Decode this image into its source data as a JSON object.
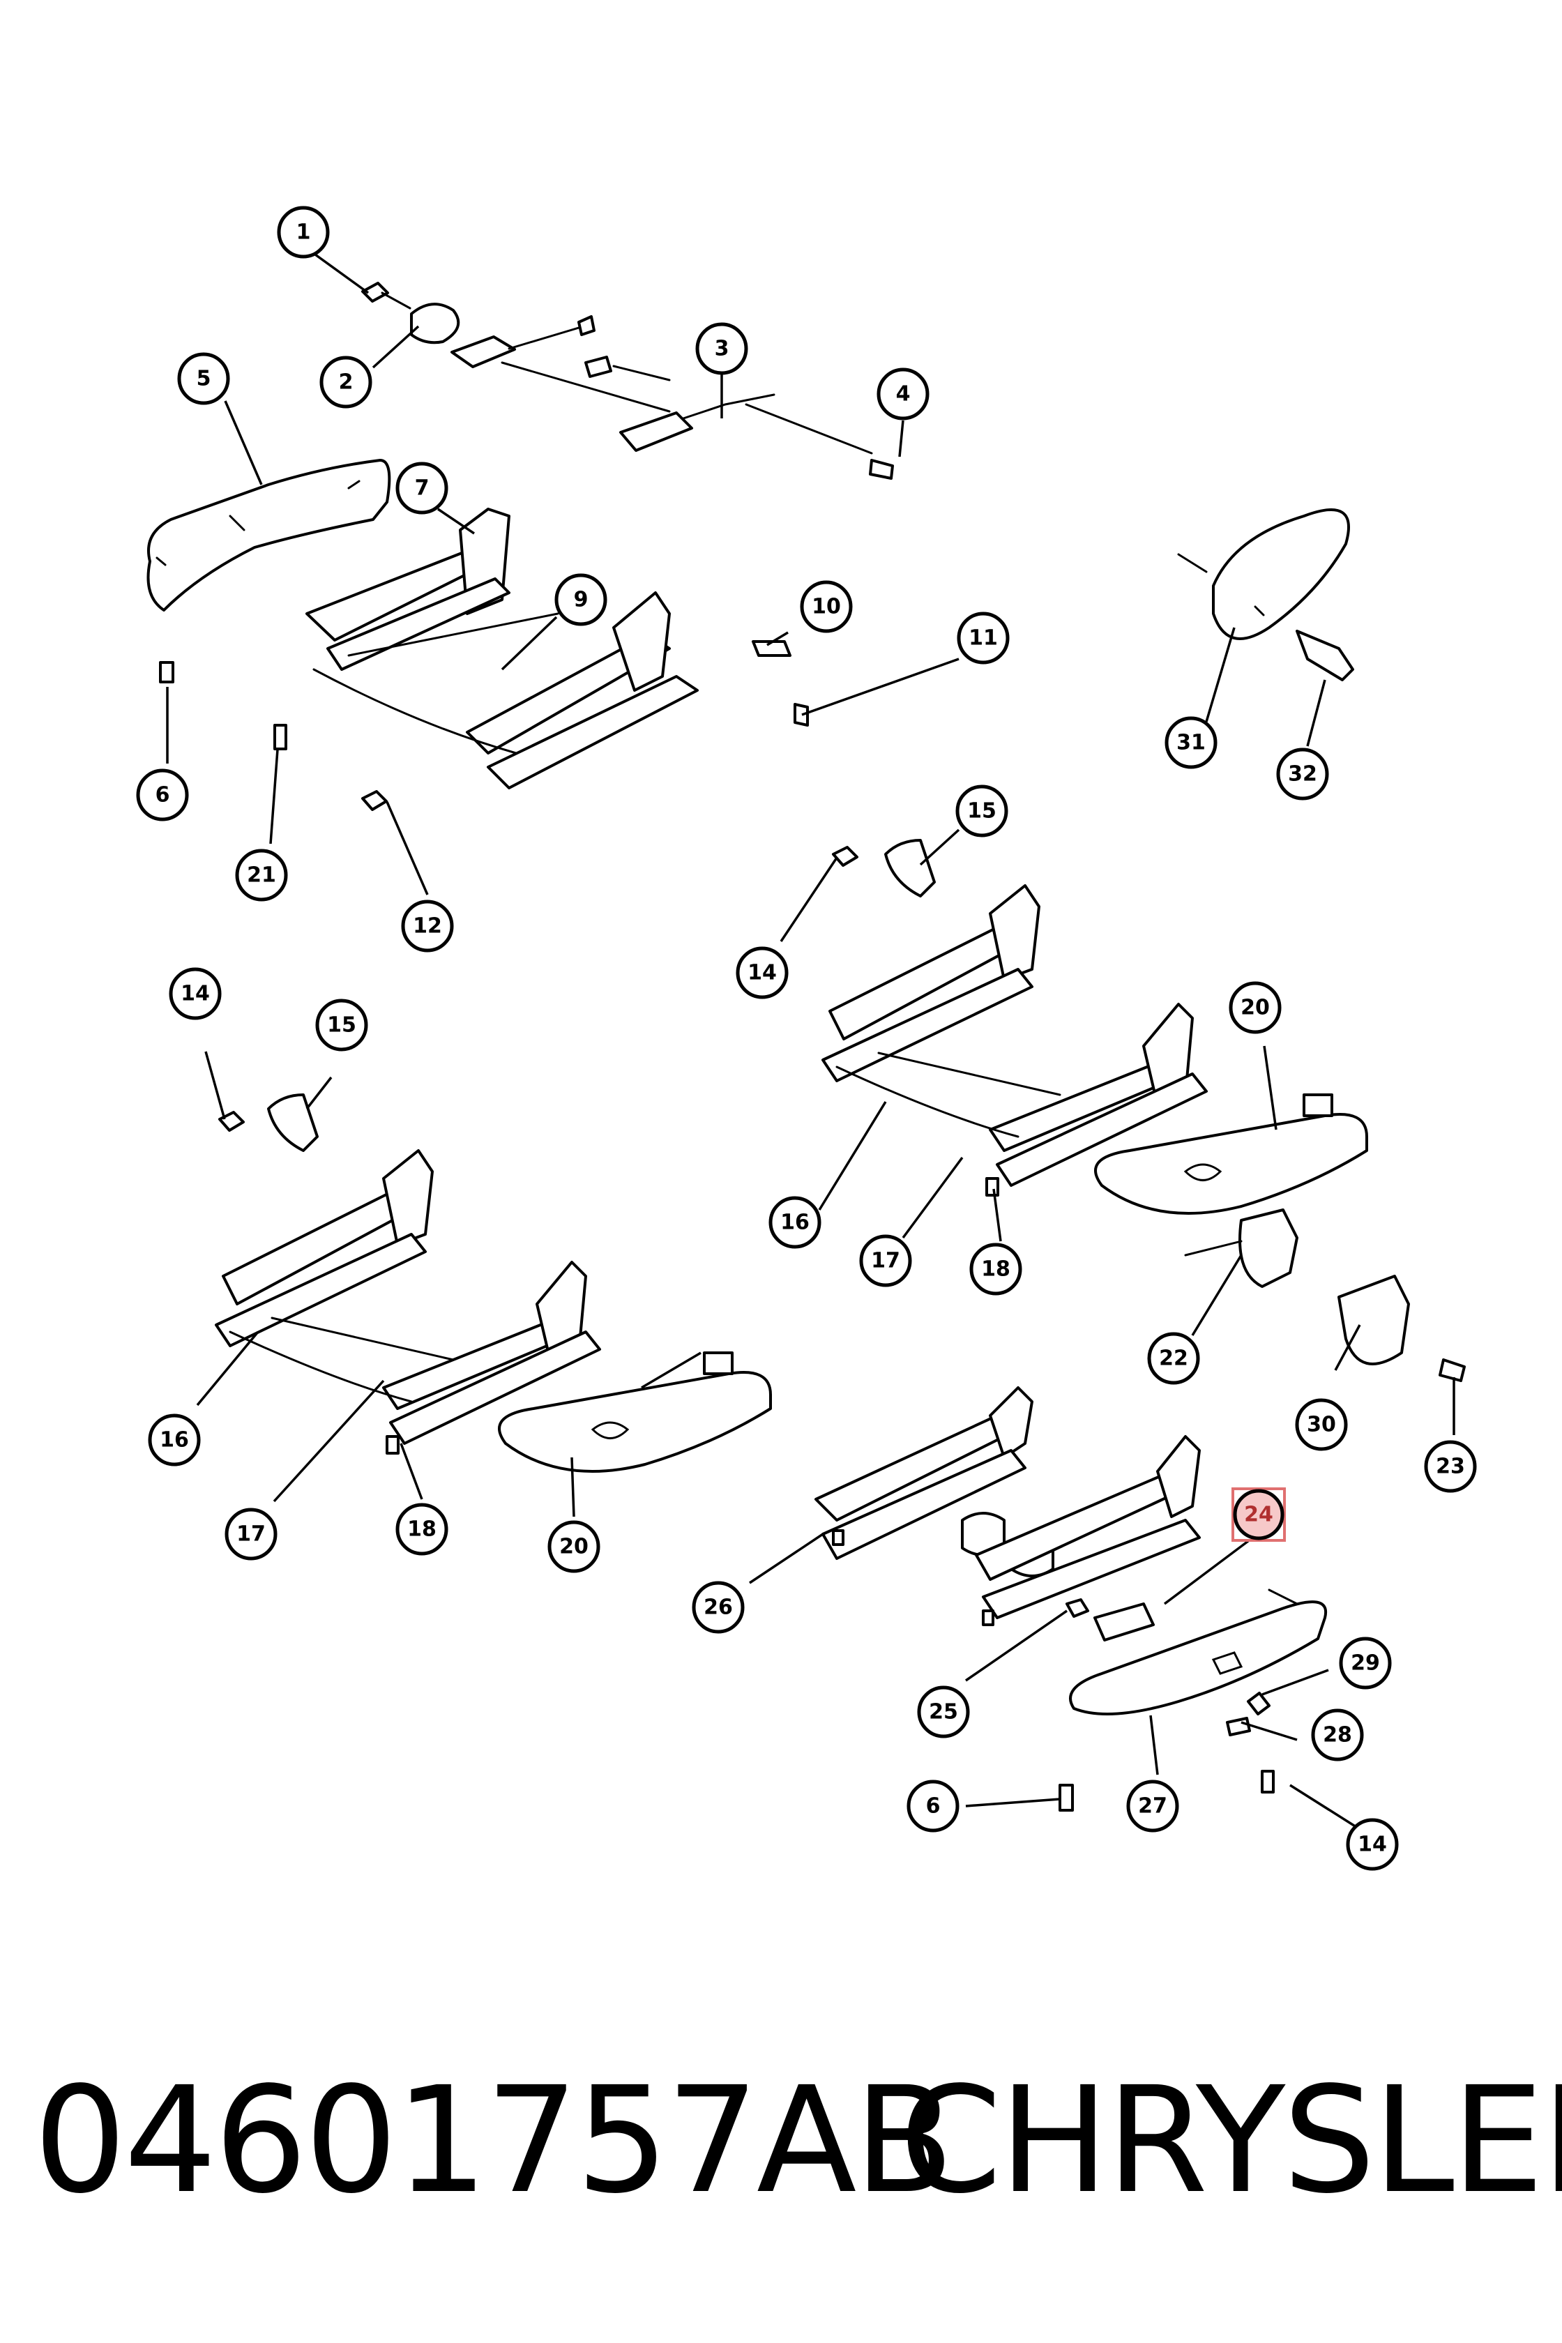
{
  "footer": {
    "part_number": "04601757AB",
    "brand": "CHRYSLER"
  },
  "highlighted_callout": "24",
  "callouts": [
    {
      "label": "1"
    },
    {
      "label": "2"
    },
    {
      "label": "3"
    },
    {
      "label": "4"
    },
    {
      "label": "5"
    },
    {
      "label": "6"
    },
    {
      "label": "7"
    },
    {
      "label": "9"
    },
    {
      "label": "10"
    },
    {
      "label": "11"
    },
    {
      "label": "21"
    },
    {
      "label": "12"
    },
    {
      "label": "31"
    },
    {
      "label": "32"
    },
    {
      "label": "15"
    },
    {
      "label": "14"
    },
    {
      "label": "20"
    },
    {
      "label": "16"
    },
    {
      "label": "17"
    },
    {
      "label": "18"
    },
    {
      "label": "14"
    },
    {
      "label": "15"
    },
    {
      "label": "16"
    },
    {
      "label": "17"
    },
    {
      "label": "18"
    },
    {
      "label": "20"
    },
    {
      "label": "22"
    },
    {
      "label": "30"
    },
    {
      "label": "23"
    },
    {
      "label": "24"
    },
    {
      "label": "26"
    },
    {
      "label": "25"
    },
    {
      "label": "29"
    },
    {
      "label": "28"
    },
    {
      "label": "6"
    },
    {
      "label": "27"
    },
    {
      "label": "14"
    }
  ]
}
